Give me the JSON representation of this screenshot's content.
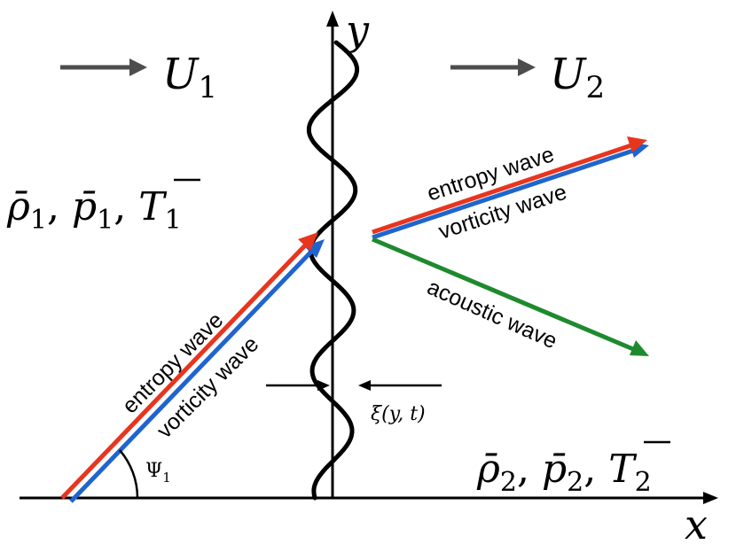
{
  "flow": {
    "upstream_velocity": "U",
    "upstream_velocity_sub": "1",
    "downstream_velocity": "U",
    "downstream_velocity_sub": "2"
  },
  "states": {
    "upstream": {
      "rho": "ρ̄",
      "rho_sub": "1",
      "p": "p̄",
      "p_sub": "1",
      "T": "T",
      "T_sub": "1"
    },
    "downstream": {
      "rho": "ρ̄",
      "rho_sub": "2",
      "p": "p̄",
      "p_sub": "2",
      "T": "T",
      "T_sub": "2"
    }
  },
  "axes": {
    "x_label": "x",
    "y_label": "y"
  },
  "waves": {
    "incident_entropy": "entropy wave",
    "incident_vorticity": "vorticity wave",
    "transmitted_entropy": "entropy wave",
    "transmitted_vorticity": "vorticity wave",
    "transmitted_acoustic": "acoustic wave"
  },
  "angle_label": "Ψ",
  "angle_label_sub": "1",
  "shock_displacement_label": "ξ(y, t)",
  "colors": {
    "entropy": "#e8351e",
    "vorticity": "#1f64cf",
    "acoustic": "#1e8a2e",
    "flow_arrow": "#4d4d4d",
    "lines": "#000000"
  }
}
